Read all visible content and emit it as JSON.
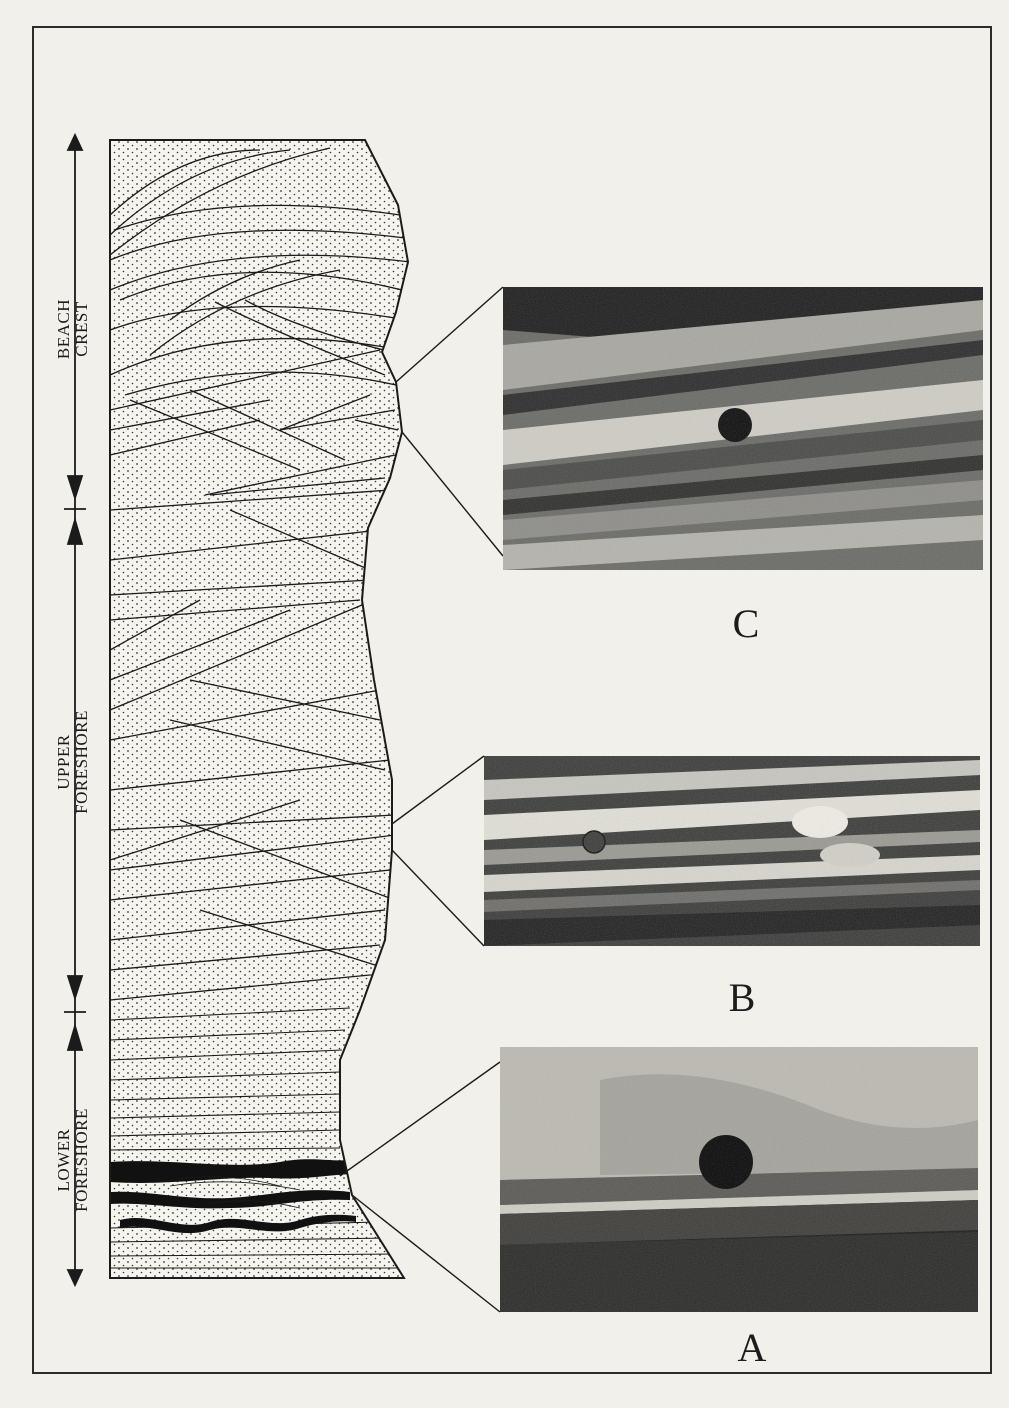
{
  "zones": {
    "beach_crest": {
      "line1": "BEACH",
      "line2": "CREST"
    },
    "upper_foreshore": {
      "line1": "UPPER",
      "line2": "FORESHORE"
    },
    "lower_foreshore": {
      "line1": "LOWER",
      "line2": "FORESHORE"
    }
  },
  "photos": {
    "c": {
      "letter": "C"
    },
    "b": {
      "letter": "B"
    },
    "a": {
      "letter": "A"
    }
  },
  "colors": {
    "ink": "#1b1b1b",
    "paper": "#f2f0ea",
    "column_fill": "#f6f4ee",
    "photo_dark": "#2a2a2a",
    "photo_light": "#bdbbb3"
  }
}
